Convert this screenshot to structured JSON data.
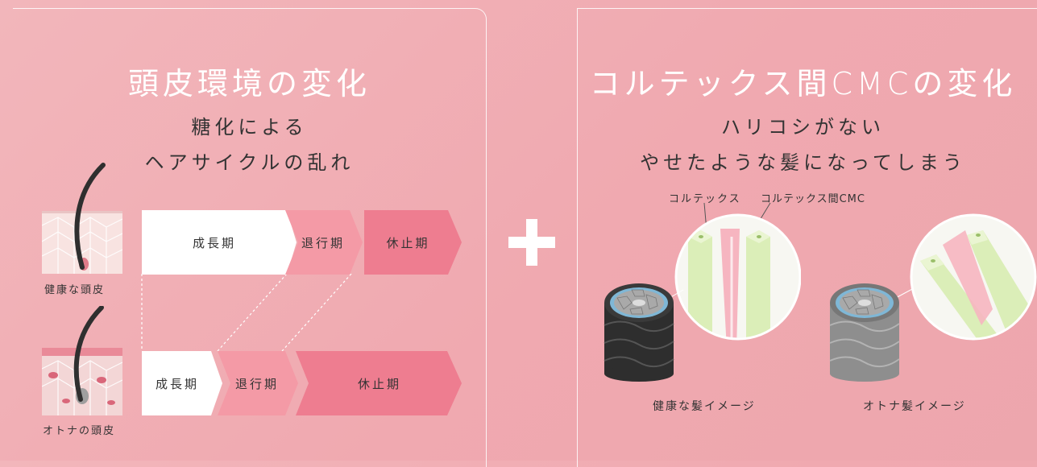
{
  "left": {
    "title": "頭皮環境の変化",
    "subtitle_line1": "糖化による",
    "subtitle_line2": "ヘアサイクルの乱れ",
    "healthy_scalp_label": "健康な頭皮",
    "adult_scalp_label": "オトナの頭皮",
    "row1": {
      "growth": "成長期",
      "regression": "退行期",
      "rest": "休止期"
    },
    "row2": {
      "growth": "成長期",
      "regression": "退行期",
      "rest": "休止期"
    }
  },
  "right": {
    "title": "コルテックス間CMCの変化",
    "subtitle_line1": "ハリコシがない",
    "subtitle_line2": "やせたような髪になってしまう",
    "callout_cortex": "コルテックス",
    "callout_cmc": "コルテックス間CMC",
    "healthy_hair_label": "健康な髪イメージ",
    "adult_hair_label": "オトナ髪イメージ"
  },
  "colors": {
    "background": "#f0aeb4",
    "arrow_white": "#ffffff",
    "arrow_light": "#f49aa6",
    "arrow_dark": "#ee7d90",
    "cortex_green": "#dbeeb8",
    "cmc_pink": "#f6b5c0"
  },
  "icons": [
    "plus-icon",
    "healthy-scalp-icon",
    "adult-scalp-icon",
    "healthy-hair-icon",
    "adult-hair-icon"
  ]
}
